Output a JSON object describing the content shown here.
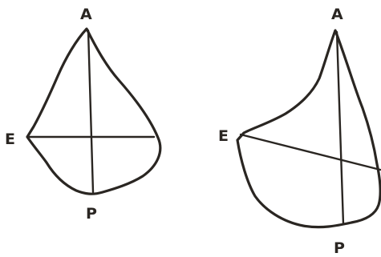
{
  "figures": [
    {
      "id": "left",
      "labels": {
        "top": "A",
        "left": "E",
        "bottom": "P"
      }
    },
    {
      "id": "right",
      "labels": {
        "top": "A",
        "left": "E",
        "bottom": "P"
      }
    }
  ]
}
